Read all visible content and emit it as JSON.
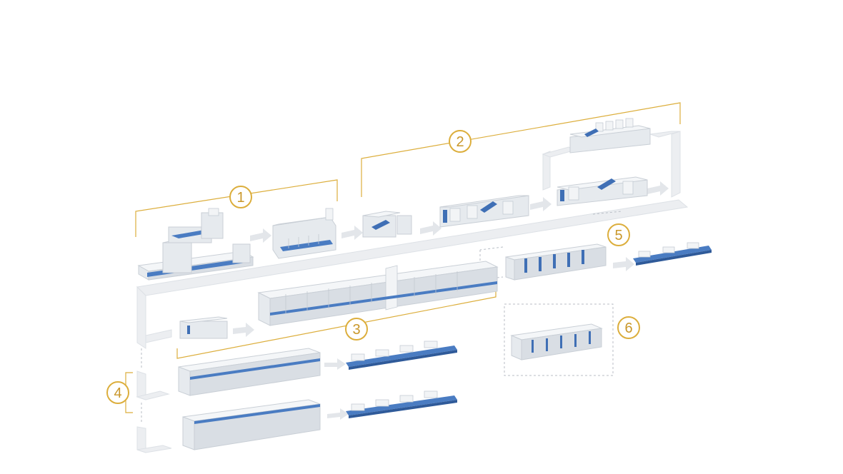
{
  "diagram": {
    "markers": [
      {
        "label": "1",
        "color": "#dcae3c"
      },
      {
        "label": "2",
        "color": "#dcae3c"
      },
      {
        "label": "3",
        "color": "#dcae3c"
      },
      {
        "label": "4",
        "color": "#dcae3c"
      },
      {
        "label": "5",
        "color": "#dcae3c"
      },
      {
        "label": "6",
        "color": "#dcae3c"
      }
    ],
    "colors": {
      "accent": "#dcae3c",
      "machine_blue": "#3f6fb5",
      "machine_body": "#e6eaee",
      "flow_path": "#eceef1"
    }
  }
}
